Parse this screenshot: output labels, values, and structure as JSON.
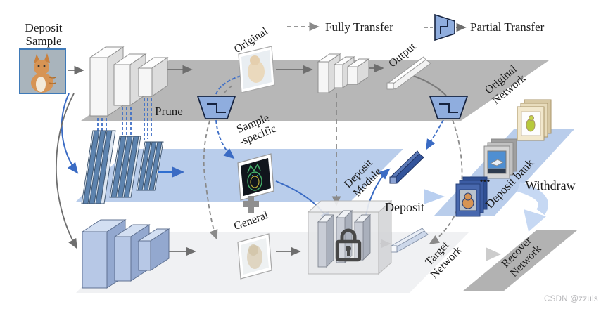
{
  "legend": {
    "fully_transfer": "Fully Transfer",
    "partial_transfer": "Partial Transfer"
  },
  "labels": {
    "deposit_sample": "Deposit\nSample",
    "original": "Original",
    "prune": "Prune",
    "output": "Output",
    "original_network": "Original\nNetwork",
    "sample_specific": "Sample\n-specific",
    "deposit_module": "Deposit\nModule",
    "general": "General",
    "deposit": "Deposit",
    "deposit_bank": "Deposit bank",
    "withdraw": "Withdraw",
    "target_network": "Target\nNetwork",
    "recover_network": "Recover\nNetwork",
    "ellipsis": "..."
  },
  "watermark": "CSDN @zzuls",
  "colors": {
    "band_original": "#b7b7b7",
    "band_deposit": "#b9cdeb",
    "band_target": "#f0f1f3",
    "bank_panel": "#b9cdeb",
    "recover_panel": "#b2b2b2",
    "transfer_icon": "#8fadde",
    "blue_arrow": "#3a6bc4",
    "gray_arrow": "#6e6e6e",
    "deposit_bar": "#33549b"
  }
}
